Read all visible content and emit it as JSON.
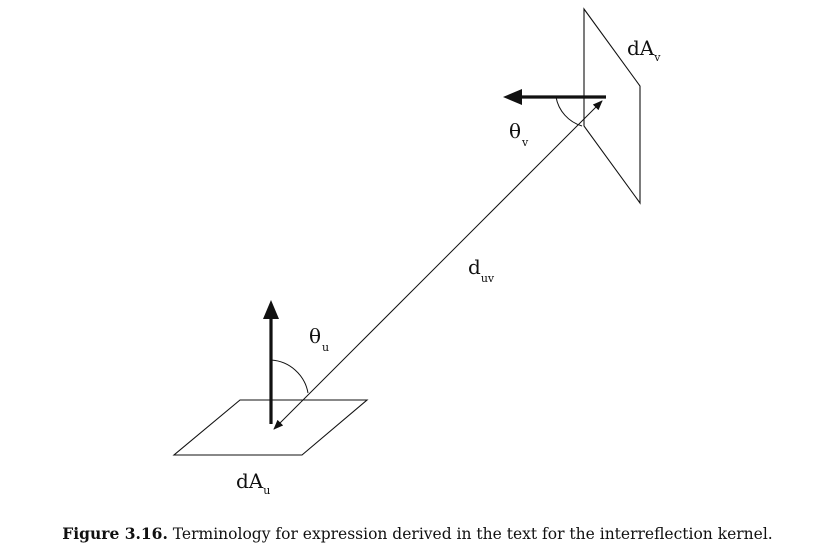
{
  "diagram": {
    "labels": {
      "area_v_base": "dA",
      "area_v_sub": "v",
      "angle_v_base": "θ",
      "angle_v_sub": "v",
      "distance_base": "d",
      "distance_sub": "uv",
      "angle_u_base": "θ",
      "angle_u_sub": "u",
      "area_u_base": "dA",
      "area_u_sub": "u"
    }
  },
  "caption": {
    "label": "Figure 3.16.",
    "text": "Terminology for expression derived in the text for the interreflection kernel."
  }
}
